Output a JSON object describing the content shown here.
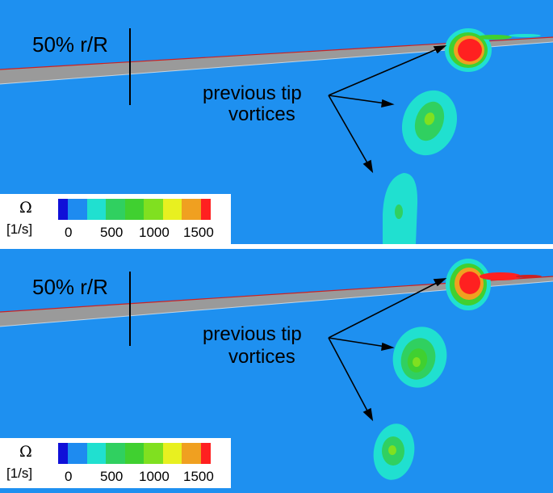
{
  "panels": [
    {
      "position_label": "50% r/R",
      "annotation_line1": "previous tip",
      "annotation_line2": "vortices"
    },
    {
      "position_label": "50% r/R",
      "annotation_line1": "previous tip",
      "annotation_line2": "vortices"
    }
  ],
  "legend": {
    "symbol": "Ω",
    "unit": "[1/s]",
    "ticks": [
      "0",
      "500",
      "1000",
      "1500"
    ],
    "colors": [
      "#1010d8",
      "#1e8bf0",
      "#20e0d0",
      "#30d060",
      "#40d030",
      "#80e020",
      "#e8f020",
      "#f0a020",
      "#ff2020"
    ]
  },
  "colors": {
    "background": "#1e90f0",
    "blade": "#9a9a9a",
    "blade_edge": "#cc2222"
  }
}
